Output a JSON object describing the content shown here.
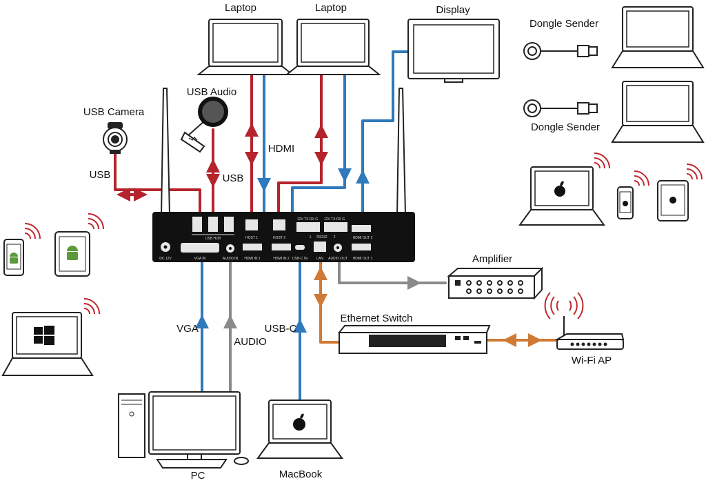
{
  "labels": {
    "laptop_1": "Laptop",
    "laptop_2": "Laptop",
    "display": "Display",
    "dongle_sender_1": "Dongle Sender",
    "dongle_sender_2": "Dongle Sender",
    "usb_audio": "USB Audio",
    "usb_camera": "USB Camera",
    "usb_left": "USB",
    "usb_right": "USB",
    "hdmi": "HDMI",
    "amplifier": "Amplifier",
    "ethernet_switch": "Ethernet Switch",
    "wifi_ap": "Wi-Fi AP",
    "vga": "VGA",
    "audio": "AUDIO",
    "usb_c": "USB-C",
    "pc": "PC",
    "macbook": "MacBook"
  },
  "panel": {
    "usb_hub": "USB HUB",
    "host_1": "HOST 1",
    "host_2": "HOST 2",
    "rs232": "RS232",
    "rs232_pins_1": "12V TX RX G",
    "rs232_pins_2": "12V TX RX G",
    "rs232_ch1": "1",
    "rs232_ch2": "2",
    "hdmi_out_2": "HDMI OUT 2",
    "hdmi_out_1": "HDMI OUT 1",
    "dc_12v": "DC 12V",
    "vga_in": "VGA IN",
    "audio_in": "AUDIO IN",
    "hdmi_in_1": "HDMI IN 1",
    "hdmi_in_2": "HDMI IN 2",
    "usb_c_in": "USB-C IN",
    "lan": "LAN",
    "audio_out": "AUDIO OUT"
  },
  "colors": {
    "usb": "#b5242c",
    "hdmi": "#2f79bd",
    "audio": "#8a8a8a",
    "lan": "#cf7a35",
    "outline": "#222222",
    "wifi": "#c0272d"
  }
}
